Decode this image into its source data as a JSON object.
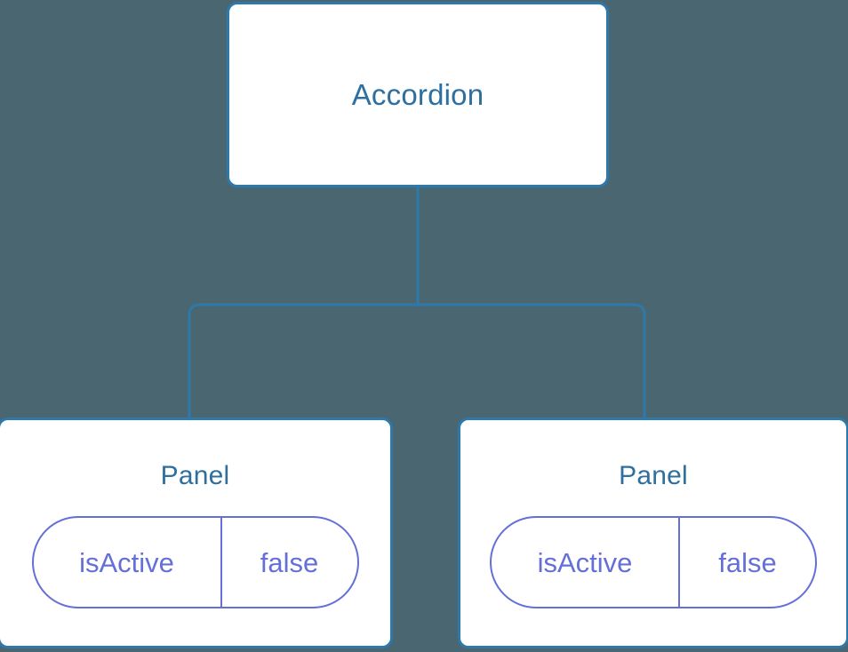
{
  "diagram": {
    "type": "component-tree",
    "background_color": "#4a6670",
    "node_border_color": "#2d79ac",
    "node_fill_color": "#ffffff",
    "title_color": "#2e6f9e",
    "prop_color": "#6470d8",
    "edge_color": "#2d79ac",
    "root": {
      "label": "Accordion"
    },
    "children": [
      {
        "label": "Panel",
        "prop": {
          "key": "isActive",
          "value": "false"
        }
      },
      {
        "label": "Panel",
        "prop": {
          "key": "isActive",
          "value": "false"
        }
      }
    ]
  }
}
